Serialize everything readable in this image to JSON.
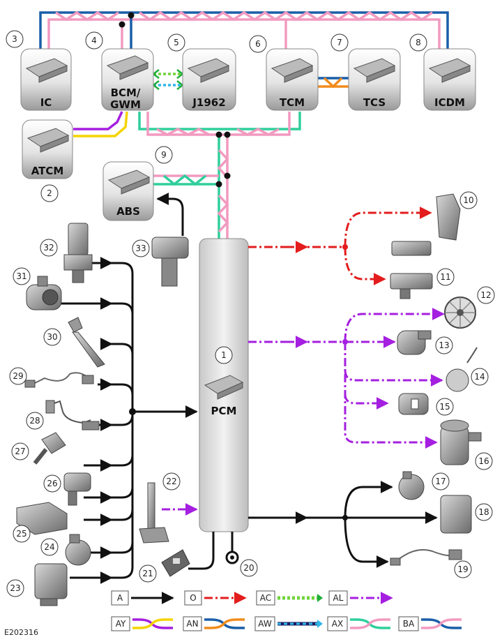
{
  "figure_id": "E202316",
  "colors": {
    "A": "#111111",
    "O": "#e31d1d",
    "AC_a": "#6fd43a",
    "AC_b": "#1fae3a",
    "AL": "#a51fe0",
    "AY_a": "#a51fe0",
    "AY_b": "#f5d400",
    "AN_a": "#1a5ea8",
    "AN_b": "#f28c1c",
    "AW_a": "#1a1a5e",
    "AW_b": "#2fb7e8",
    "AX_a": "#2fcf9c",
    "AX_b": "#f29ac0",
    "BA_a": "#1a5ea8",
    "BA_b": "#f29ac0"
  },
  "modules": {
    "ic": "IC",
    "bcm_1": "BCM/",
    "bcm_2": "GWM",
    "j1962": "J1962",
    "tcm": "TCM",
    "tcs": "TCS",
    "icdm": "ICDM",
    "atcm": "ATCM",
    "abs": "ABS",
    "pcm": "PCM"
  },
  "numbers": [
    "1",
    "2",
    "3",
    "4",
    "5",
    "6",
    "7",
    "8",
    "9",
    "10",
    "11",
    "12",
    "13",
    "14",
    "15",
    "16",
    "17",
    "18",
    "19",
    "20",
    "21",
    "22",
    "23",
    "24",
    "25",
    "26",
    "27",
    "28",
    "29",
    "30",
    "31",
    "32",
    "33"
  ],
  "legend": {
    "A": "A",
    "O": "O",
    "AC": "AC",
    "AL": "AL",
    "AY": "AY",
    "AN": "AN",
    "AW": "AW",
    "AX": "AX",
    "BA": "BA"
  },
  "icons": [
    "ecu-module-icon",
    "sensor-icon",
    "actuator-icon",
    "fuse-icon",
    "ground-icon",
    "fan-icon"
  ]
}
